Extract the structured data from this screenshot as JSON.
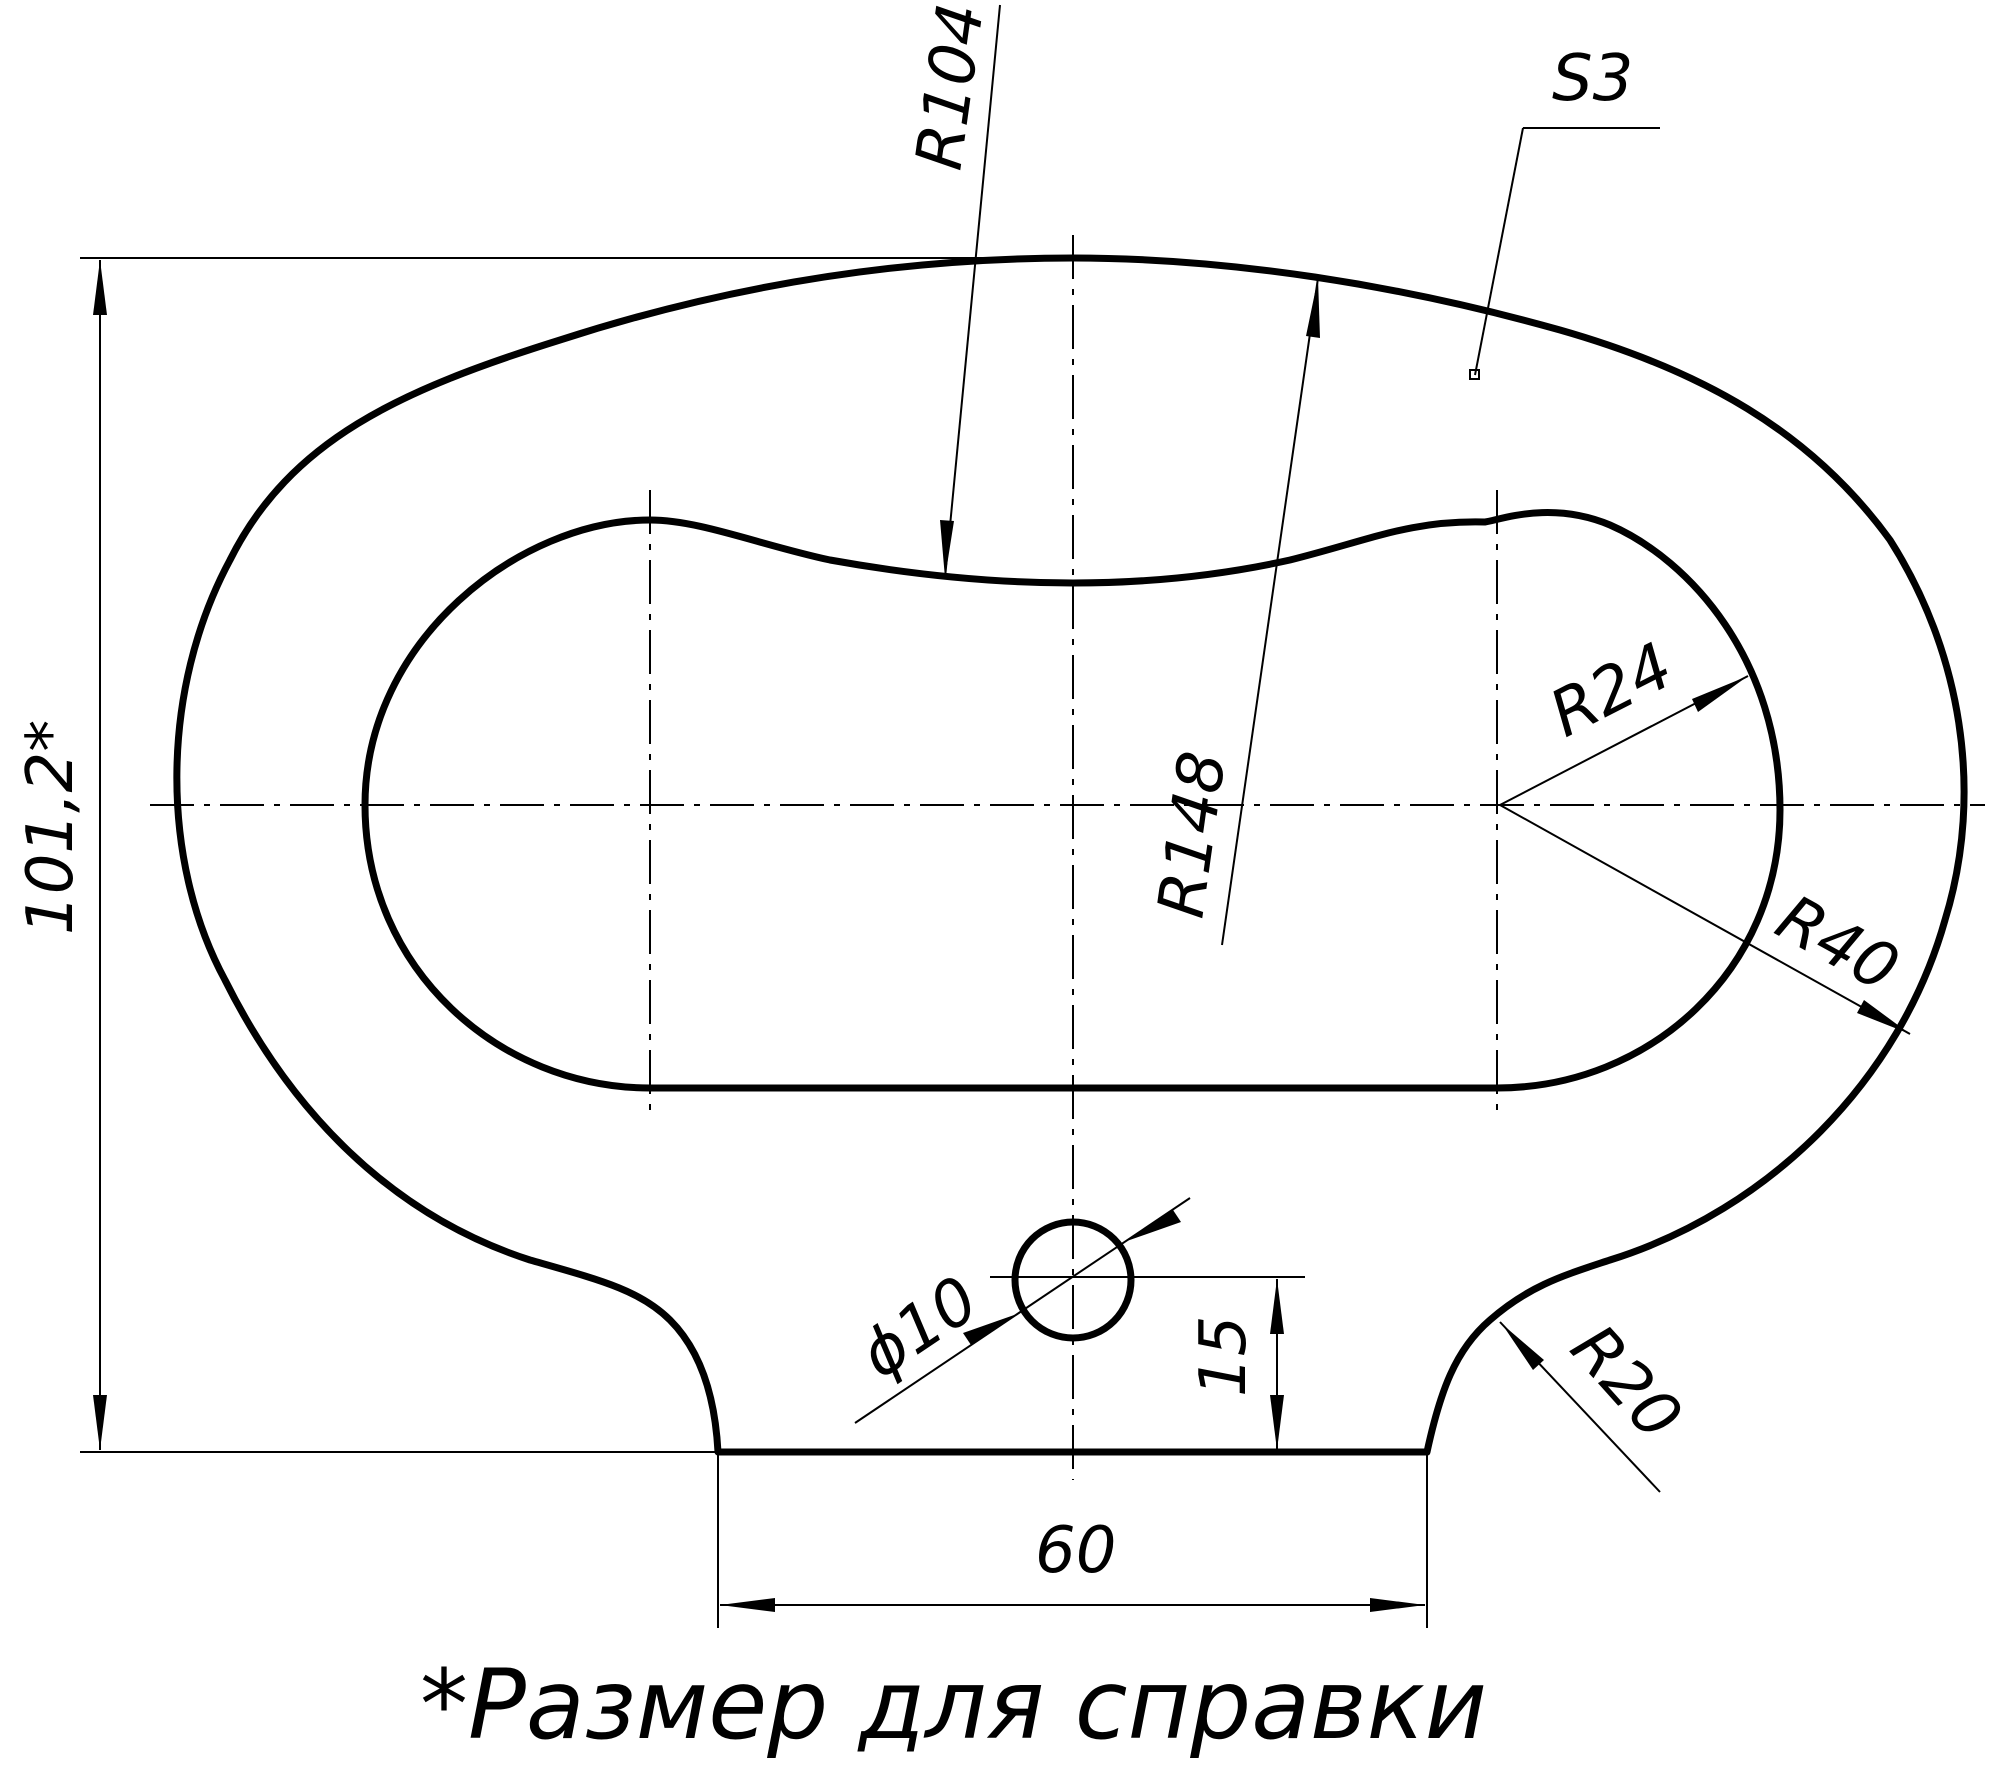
{
  "drawing": {
    "dimensions": {
      "r104": "R104",
      "s3": "S3",
      "r148": "R148",
      "r24": "R24",
      "r40": "R40",
      "overall_height": "101,2*",
      "hole_diameter": "ϕ10",
      "hole_offset": "15",
      "r20": "R20",
      "base_width": "60"
    },
    "note": "*Размер для справки",
    "colors": {
      "line": "#000000",
      "background": "#ffffff"
    }
  }
}
